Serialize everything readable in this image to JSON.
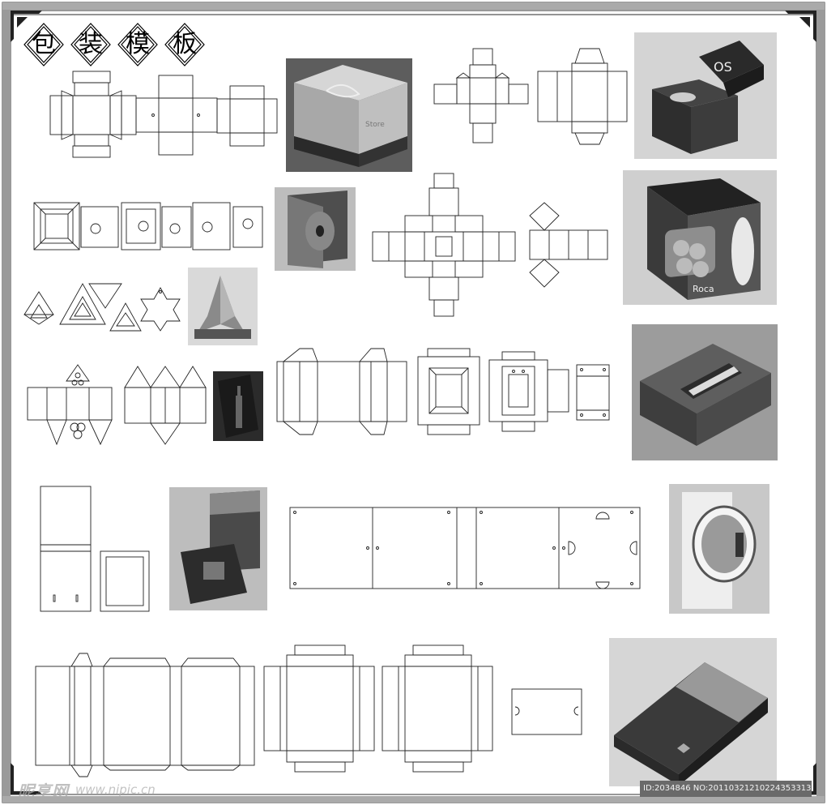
{
  "title": {
    "chars": [
      "包",
      "装",
      "模",
      "板"
    ]
  },
  "watermark": {
    "brand": "昵享网",
    "url": "www.nipic.cn"
  },
  "id_bar": {
    "text": "ID:2034846 NO:20110321210224353313"
  },
  "photos": {
    "p1": {
      "label": "Store"
    },
    "p2": {
      "label": "OS"
    },
    "p3": {
      "label": "Roca"
    }
  }
}
